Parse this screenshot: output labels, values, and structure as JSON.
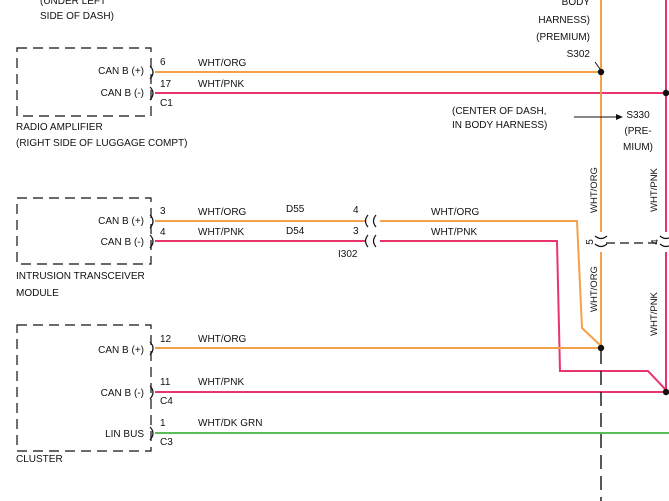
{
  "top_left_note": {
    "line1": "(UNDER LEFT",
    "line2": "SIDE OF DASH)"
  },
  "body_harness_note": {
    "line1": "BODY",
    "line2": "HARNESS)",
    "line3": "(PREMIUM)",
    "splice": "S302"
  },
  "center_dash_note": {
    "line1": "(CENTER OF DASH,",
    "line2": "IN BODY HARNESS)"
  },
  "s330_note": {
    "line1": "S330",
    "line2": "(PRE-",
    "line3": "MIUM)"
  },
  "radio_amp": {
    "name_line1": "RADIO AMPLIFIER",
    "name_line2": "(RIGHT SIDE OF LUGGAGE COMPT)",
    "pin1_label": "CAN B (+)",
    "pin2_label": "CAN B (-)",
    "pin1_num": "6",
    "pin2_num": "17",
    "connector": "C1",
    "wire1": "WHT/ORG",
    "wire2": "WHT/PNK"
  },
  "intrusion": {
    "name_line1": "INTRUSION TRANSCEIVER",
    "name_line2": "MODULE",
    "pin1_label": "CAN B (+)",
    "pin2_label": "CAN B (-)",
    "pin1_num": "3",
    "pin2_num": "4",
    "wire1": "WHT/ORG",
    "wire2": "WHT/PNK",
    "circuit1": "D55",
    "circuit2": "D54",
    "inline_pin1": "4",
    "inline_pin2": "3",
    "inline_connector": "I302",
    "wire1_after": "WHT/ORG",
    "wire2_after": "WHT/PNK"
  },
  "cluster": {
    "name": "CLUSTER",
    "pin1_label": "CAN B (+)",
    "pin1_num": "12",
    "pin2_label": "CAN B (-)",
    "pin2_num": "11",
    "connector2": "C4",
    "pin3_label": "LIN BUS",
    "pin3_num": "1",
    "connector3": "C3",
    "wire1": "WHT/ORG",
    "wire2": "WHT/PNK",
    "wire3": "WHT/DK GRN"
  },
  "vertical": {
    "org_upper": "WHT/ORG",
    "pnk_upper": "WHT/PNK",
    "org_lower": "WHT/ORG",
    "pnk_lower": "WHT/PNK",
    "conn_pin_org": "5",
    "conn_pin_pnk": "4"
  },
  "colors": {
    "org": "#f5a04a",
    "pnk": "#e8356b",
    "grn": "#22a822",
    "ink": "#111111"
  }
}
